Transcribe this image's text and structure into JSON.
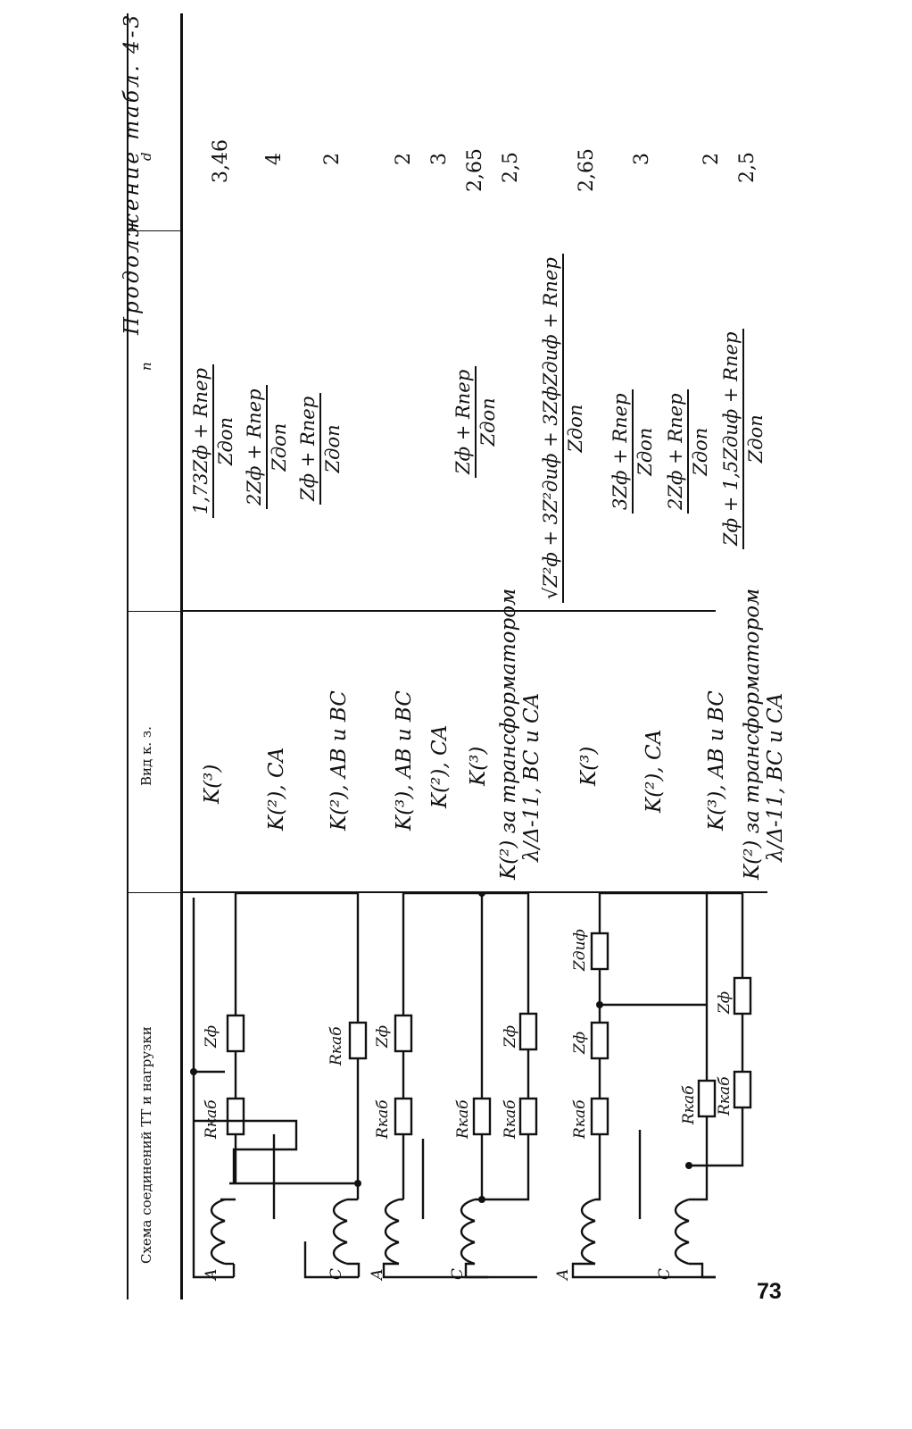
{
  "caption": "Продолжение табл. 4-3",
  "page_number": "73",
  "columns": {
    "scheme": "Схема соединений ТТ и нагрузки",
    "fault": "Вид к. з.",
    "n": "n",
    "d": "d"
  },
  "diagram_labels": {
    "a": "A",
    "c": "C",
    "r_kab": "Rкаб",
    "z_f": "Zф",
    "z_dif": "Zдиф"
  },
  "rows": [
    {
      "fault": "K(³)",
      "n_num": "1,73Zф + Rпер",
      "n_den": "Zдоп",
      "d": "3,46"
    },
    {
      "fault": "K(²), CA",
      "n_num": "2Zф + Rпер",
      "n_den": "Zдоп",
      "d": "4"
    },
    {
      "fault": "K(²), AB и BC",
      "n_num": "Zф + Rпер",
      "n_den": "Zдоп",
      "d": "2"
    },
    {
      "fault": "K(³), AB и BC",
      "n_num": "",
      "n_den": "",
      "d": "2"
    },
    {
      "fault": "K(²), CA",
      "n_num": "",
      "n_den": "",
      "d": "3"
    },
    {
      "fault": "K(³)",
      "n_num": "Zф + Rпер",
      "n_den": "Zдоп",
      "d": "2,65"
    },
    {
      "fault": "K(²) за трансформатором",
      "fault_line2": "λ/Δ-11, BC и CA",
      "n_num": "",
      "n_den": "",
      "d": "2,5"
    },
    {
      "fault": "K(³)",
      "n_num": "√Z²ф + 3Z²диф + 3ZфZдиф + Rпер",
      "n_den": "Zдоп",
      "d": "2,65"
    },
    {
      "fault": "K(²), CA",
      "n_num": "3Zф + Rпер",
      "n_den": "Zдоп",
      "d": "3"
    },
    {
      "fault": "K(³), AB и BC",
      "n_num": "2Zф + Rпер",
      "n_den": "Zдоп",
      "d": "2"
    },
    {
      "fault": "K(²) за трансформатором",
      "fault_line2": "λ/Δ-11, BC и CA",
      "n_num": "Zф + 1,5Zдиф + Rпер",
      "n_den": "Zдоп",
      "d": "2,5"
    }
  ]
}
